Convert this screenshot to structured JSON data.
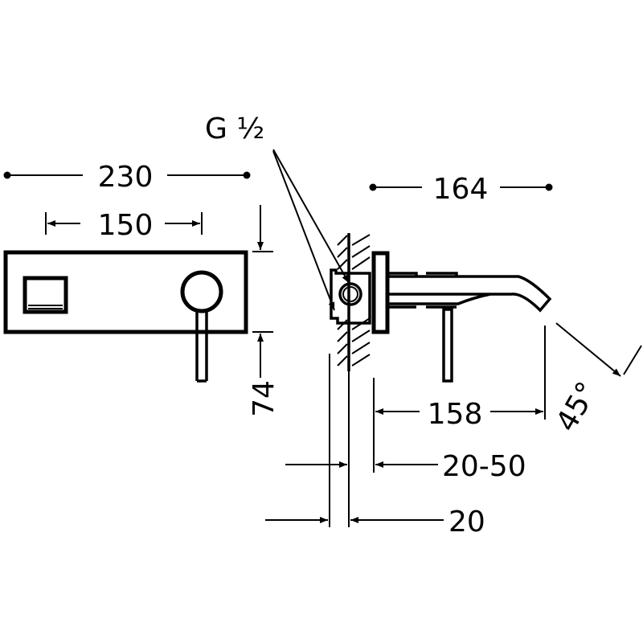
{
  "dimensions": {
    "overall_width": "230",
    "inlet_spacing": "150",
    "plate_height_offset": "74",
    "projection": "164",
    "spout_length": "158",
    "wall_adjust": "20-50",
    "plate_depth": "20",
    "spout_angle": "45°",
    "thread": "G ½"
  }
}
